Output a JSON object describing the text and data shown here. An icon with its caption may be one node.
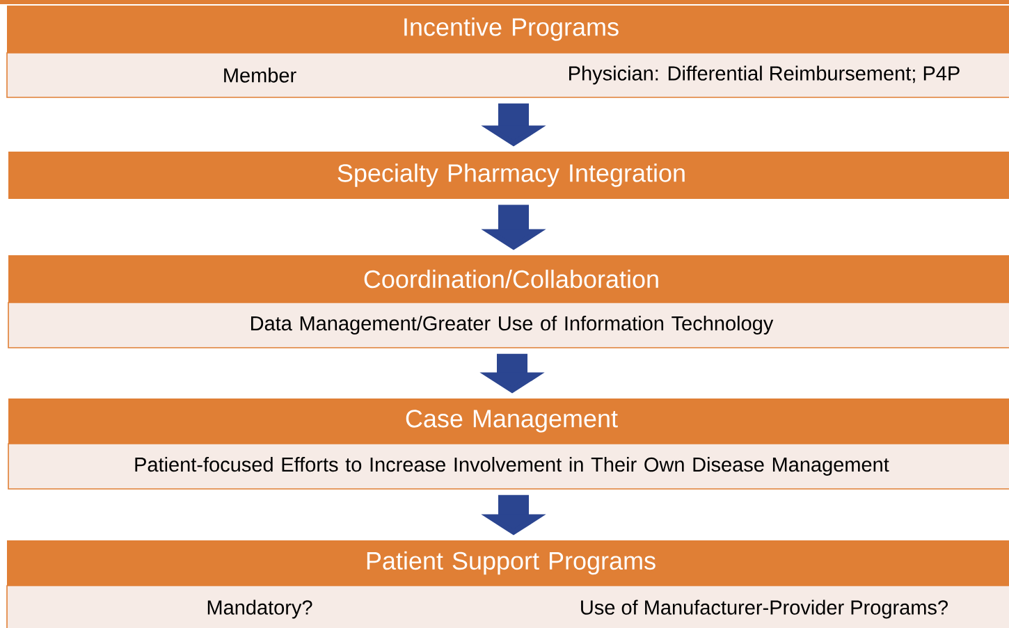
{
  "diagram": {
    "nodes": [
      {
        "text": [
          "Incentive Programs"
        ]
      },
      {
        "text": [
          "Member",
          "Physician: Differential Reimbursement; P4P"
        ]
      },
      {
        "text": [
          "Specialty Pharmacy Integration"
        ]
      },
      {
        "text": [
          "Coordination/Collaboration"
        ]
      },
      {
        "text": [
          "Data Management/Greater Use of Information Technology"
        ]
      },
      {
        "text": [
          "Case Management"
        ]
      },
      {
        "text": [
          "Patient-focused Efforts to Increase Involvement in Their Own Disease Management"
        ]
      },
      {
        "text": [
          "Patient Support Programs"
        ]
      },
      {
        "text": [
          "Mandatory?",
          "Use of Manufacturer-Provider Programs?"
        ]
      }
    ],
    "edges": [
      {
        "from": 1,
        "to": 2,
        "arrow": "to"
      },
      {
        "from": 2,
        "to": 3,
        "arrow": "to"
      },
      {
        "from": 4,
        "to": 5,
        "arrow": "to"
      },
      {
        "from": 6,
        "to": 7,
        "arrow": "to"
      }
    ]
  }
}
